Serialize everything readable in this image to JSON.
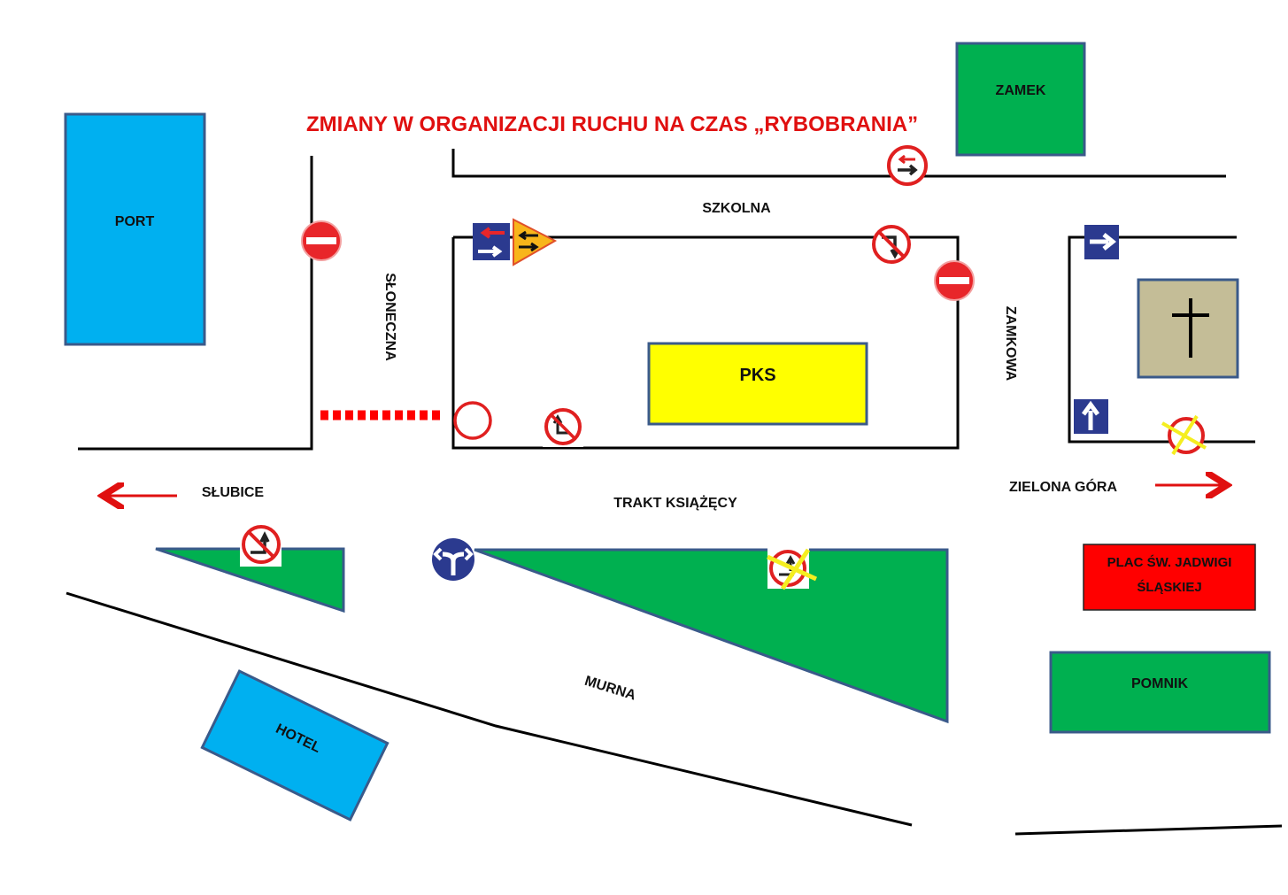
{
  "title": "ZMIANY W ORGANIZACJI RUCHU NA CZAS „RYBOBRANIA”",
  "colors": {
    "title": "#e01010",
    "blue_building": "#00b0f0",
    "green_area": "#00b050",
    "pks": "#ffff00",
    "church": "#c4bd97",
    "plac": "#ff0000",
    "border": "#3a5a8a",
    "road": "#000000"
  },
  "buildings": {
    "port": "PORT",
    "zamek": "ZAMEK",
    "pks": "PKS",
    "hotel": "HOTEL",
    "pomnik": "POMNIK",
    "plac_line1": "PLAC ŚW. JADWIGI",
    "plac_line2": "ŚLĄSKIEJ",
    "church_icon": "cross-icon"
  },
  "streets": {
    "szkolna": "SZKOLNA",
    "sloneczna": "SŁONECZNA",
    "zamkowa": "ZAMKOWA",
    "trakt": "TRAKT KSIĄŻĘCY",
    "murna": "MURNA"
  },
  "directions": {
    "slubice": "SŁUBICE",
    "zielona_gora": "ZIELONA GÓRA"
  },
  "signs": [
    {
      "id": "no-entry-sloneczna",
      "type": "no-entry"
    },
    {
      "id": "two-way-traffic-szkolna",
      "type": "priority-oncoming"
    },
    {
      "id": "one-way-info-szkolna",
      "type": "two-way-info"
    },
    {
      "id": "two-way-warning",
      "type": "warning-two-way"
    },
    {
      "id": "no-right-turn-szkolna",
      "type": "no-right-turn"
    },
    {
      "id": "no-entry-zamkowa",
      "type": "no-entry"
    },
    {
      "id": "one-way-right",
      "type": "one-way"
    },
    {
      "id": "one-way-up",
      "type": "one-way"
    },
    {
      "id": "crossed-sign-zamkowa",
      "type": "cancelled"
    },
    {
      "id": "no-vehicles",
      "type": "no-vehicles"
    },
    {
      "id": "no-left-turn-pks",
      "type": "no-left-turn"
    },
    {
      "id": "no-left-turn-slubice",
      "type": "no-left-turn"
    },
    {
      "id": "left-or-right",
      "type": "mandatory-left-right"
    },
    {
      "id": "crossed-sign-trakt",
      "type": "cancelled"
    }
  ]
}
